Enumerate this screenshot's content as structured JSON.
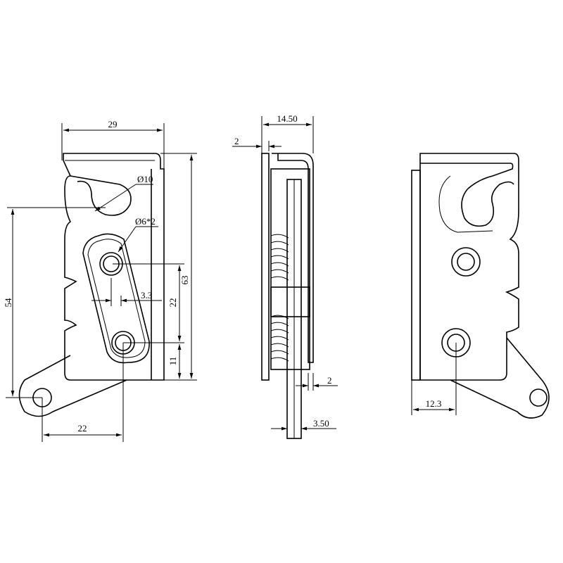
{
  "front_view": {
    "width_label": "29",
    "hole_large_label": "Ø10",
    "hole_small_label": "Ø6*2",
    "offset_label": "3.3",
    "hole_spacing_label": "22",
    "height_label": "63",
    "bottom_offset_label": "11",
    "mount_height_label": "54",
    "mount_offset_label": "22"
  },
  "side_view": {
    "depth_label": "14.50",
    "plate_thickness_label": "2",
    "gap_label": "2",
    "bar_thickness_label": "3.50"
  },
  "back_view": {
    "hole_offset_label": "12.3"
  },
  "colors": {
    "line": "#000000",
    "background": "#ffffff"
  }
}
